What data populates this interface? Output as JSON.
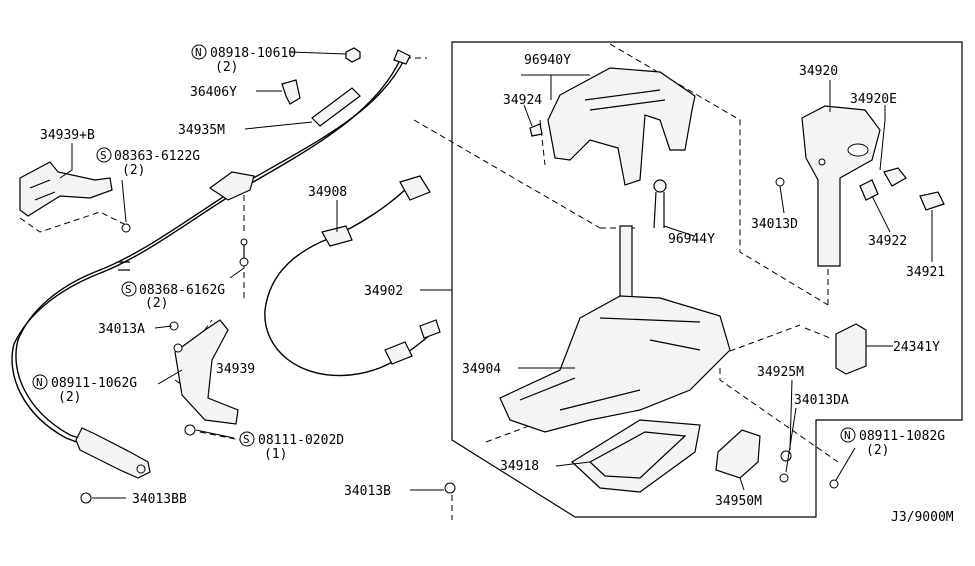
{
  "parts": {
    "p08918": "08918-10610",
    "p08918_qty": "(2)",
    "p08918_sym": "N",
    "p36406Y": "36406Y",
    "p34939B": "34939+B",
    "p34935M": "34935M",
    "p08363": "08363-6122G",
    "p08363_qty": "(2)",
    "p08363_sym": "S",
    "p34908": "34908",
    "p08368": "08368-6162G",
    "p08368_qty": "(2)",
    "p08368_sym": "S",
    "p34013A": "34013A",
    "p08911a": "08911-1062G",
    "p08911a_qty": "(2)",
    "p08911a_sym": "N",
    "p34939": "34939",
    "p08111": "08111-0202D",
    "p08111_qty": "(1)",
    "p08111_sym": "S",
    "p34013BB": "34013BB",
    "p34902": "34902",
    "p96940Y": "96940Y",
    "p34924": "34924",
    "p96944Y": "96944Y",
    "p34904": "34904",
    "p34918": "34918",
    "p34013B": "34013B",
    "p34920": "34920",
    "p34920E": "34920E",
    "p34013D": "34013D",
    "p34922": "34922",
    "p34921": "34921",
    "p24341Y": "24341Y",
    "p34925M": "34925M",
    "p34013DA": "34013DA",
    "p08911b": "08911-1082G",
    "p08911b_qty": "(2)",
    "p08911b_sym": "N",
    "p34950M": "34950M",
    "diagram_code": "J3/9000M"
  }
}
